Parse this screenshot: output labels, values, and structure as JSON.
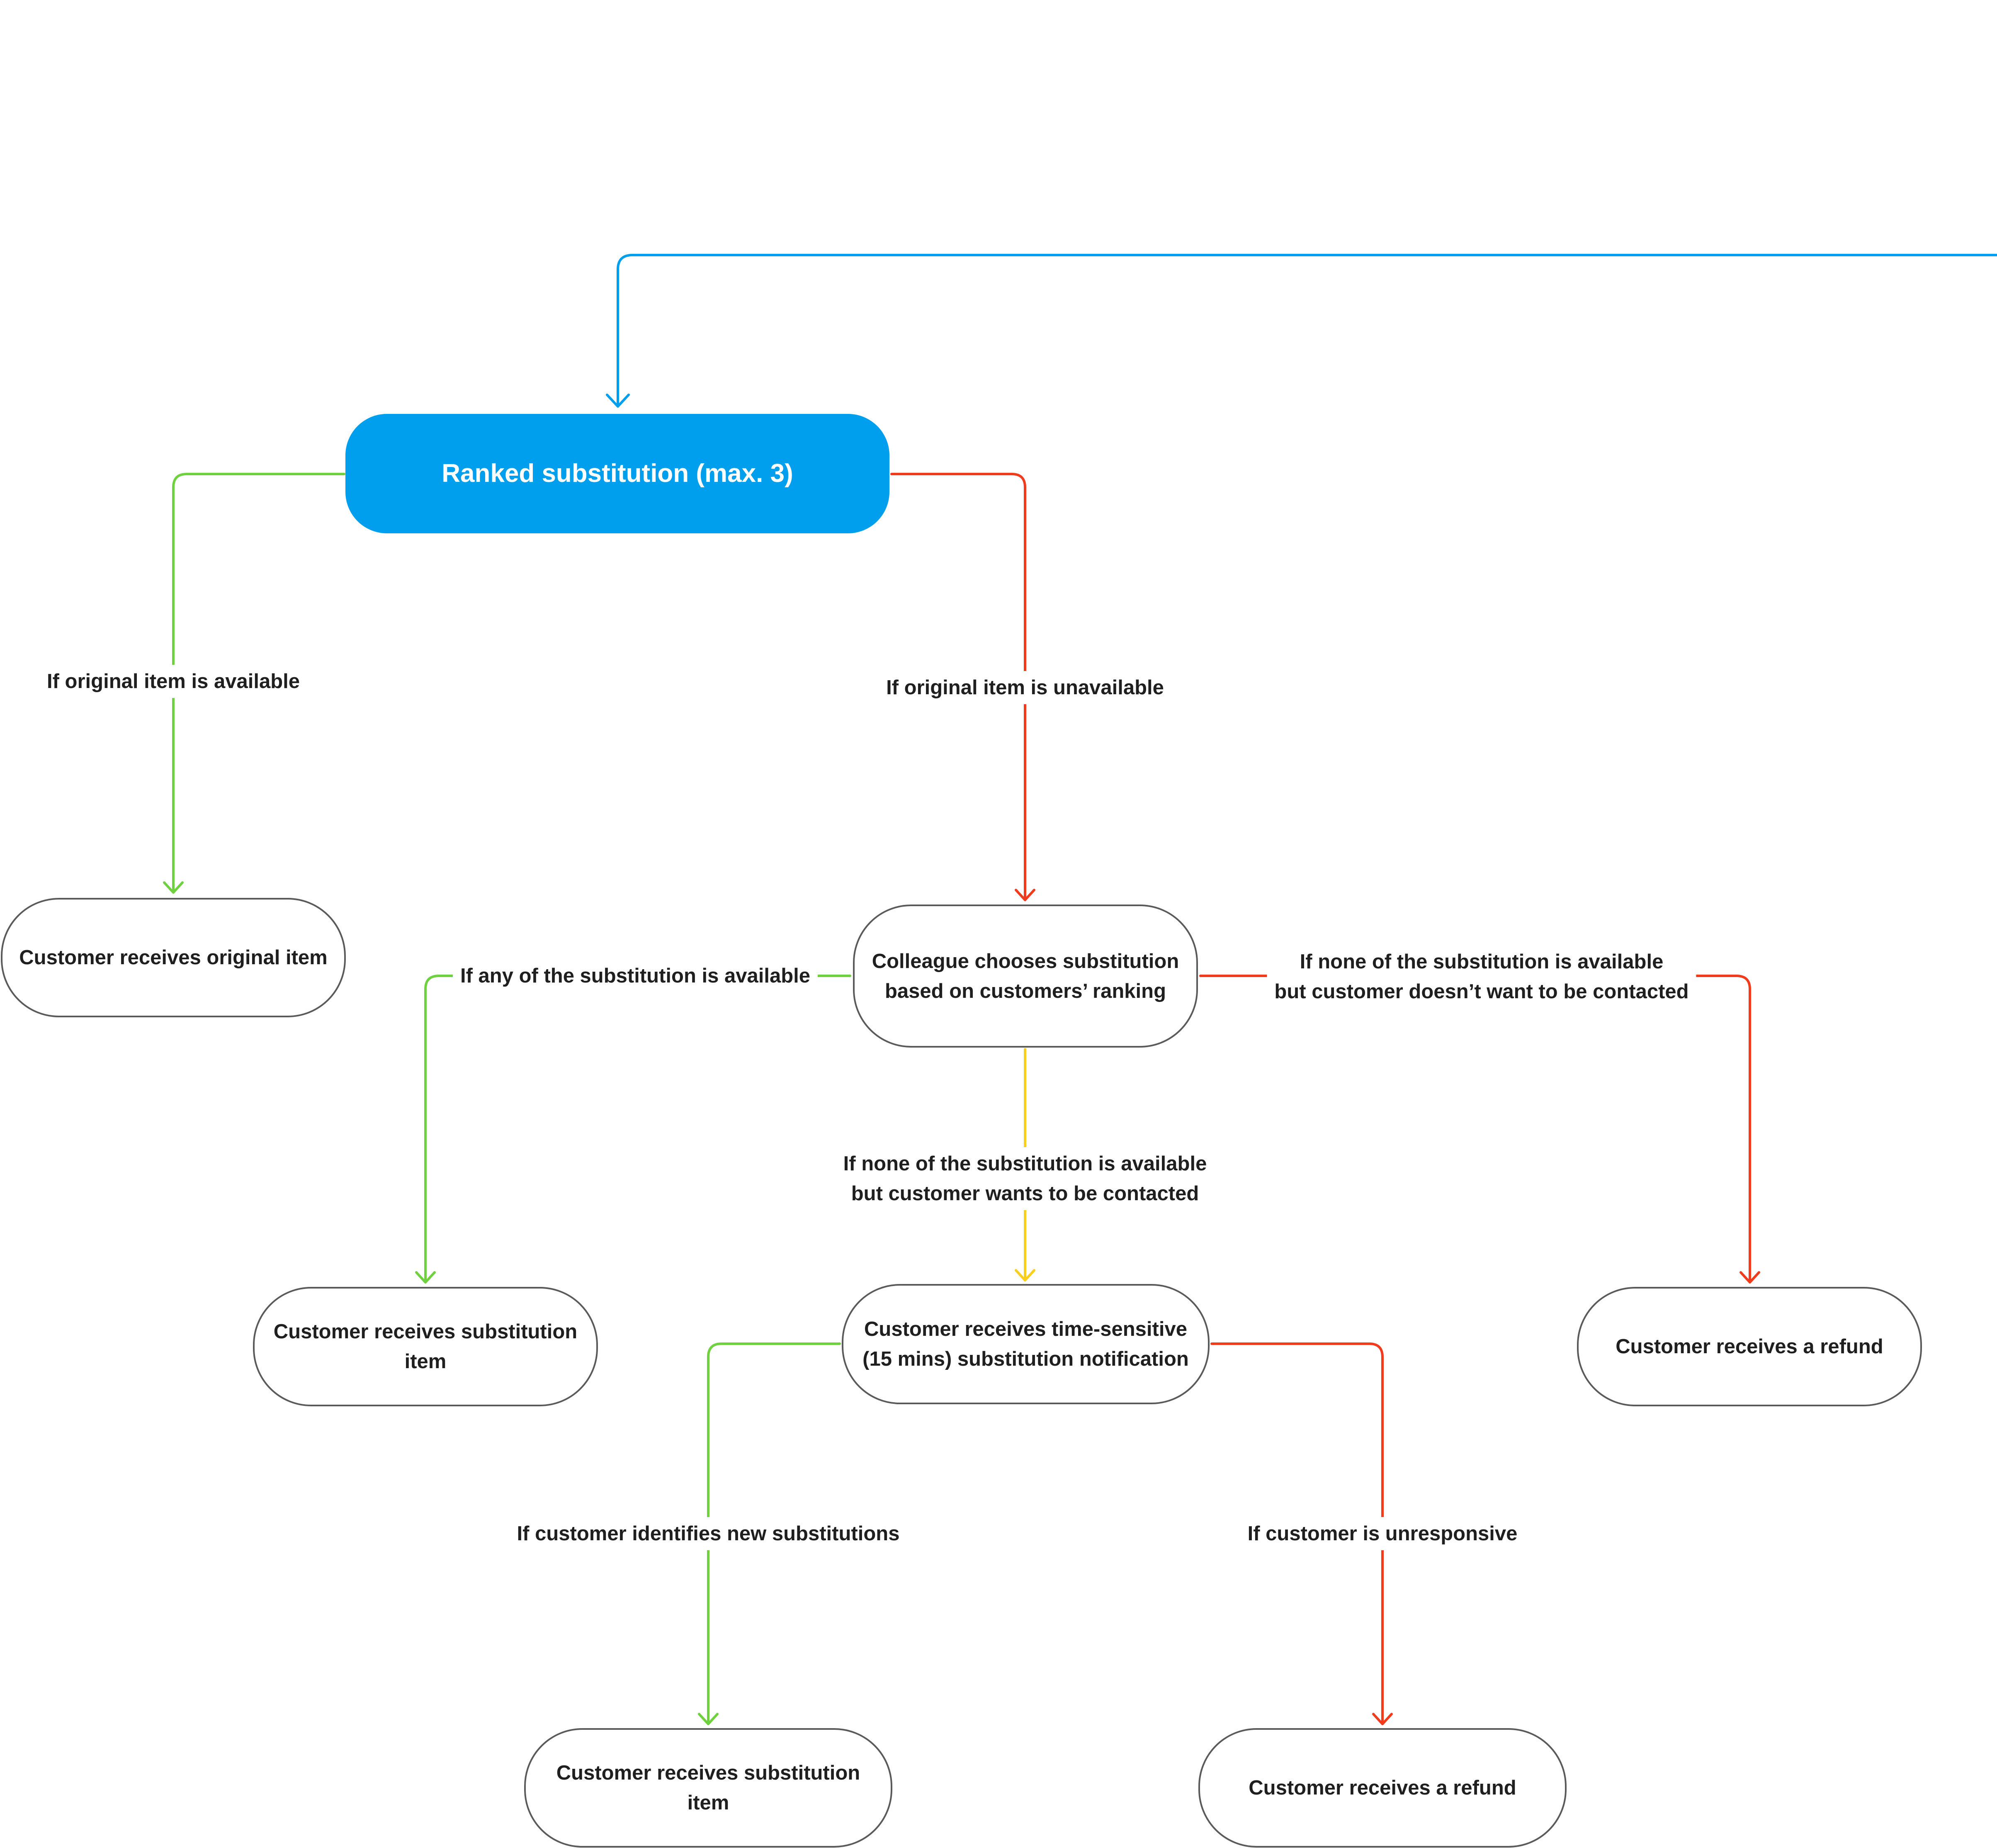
{
  "colors": {
    "root": "#009fee",
    "positive": "#6fd13f",
    "negative": "#f03b1c",
    "pending": "#f7cf1c",
    "border": "#5a5a5a"
  },
  "nodes": {
    "root": "Ranked substitution (max. 3)",
    "original": "Customer receives original item",
    "colleague": "Colleague chooses substitution based on customers’ ranking",
    "substitution_1": "Customer receives substitution item",
    "notification": "Customer receives time-sensitive (15 mins) substitution notification",
    "refund_1": "Customer receives a refund",
    "substitution_2": "Customer receives substitution item",
    "refund_2": "Customer receives a refund"
  },
  "edges": {
    "available": "If original item is available",
    "unavailable": "If original item is unavailable",
    "any_available": "If any of the substitution is available",
    "none_no_contact": "If none of the substitution is available\nbut customer doesn’t want to be contacted",
    "none_contact": "If none of the substitution is available\nbut customer wants to be contacted",
    "identifies_new": "If customer identifies new substitutions",
    "unresponsive": "If customer is unresponsive"
  }
}
